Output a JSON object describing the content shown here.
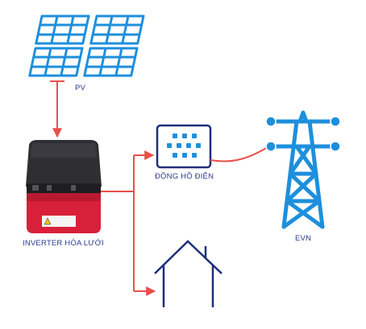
{
  "labels": {
    "pv": "PV",
    "meter": "ĐỒNG HỒ ĐIỆN",
    "inverter": "INVERTER HÒA LƯỚI",
    "grid": "EVN"
  },
  "colors": {
    "blue": "#1e8fdc",
    "red": "#e8504a",
    "navy": "#1f2f7a",
    "label": "#2a3a8c",
    "inverter_body": "#2f2f33",
    "inverter_red": "#d8203a"
  },
  "icons": [
    "solar-panels-icon",
    "inverter-icon",
    "electric-meter-icon",
    "power-tower-icon",
    "house-icon"
  ]
}
